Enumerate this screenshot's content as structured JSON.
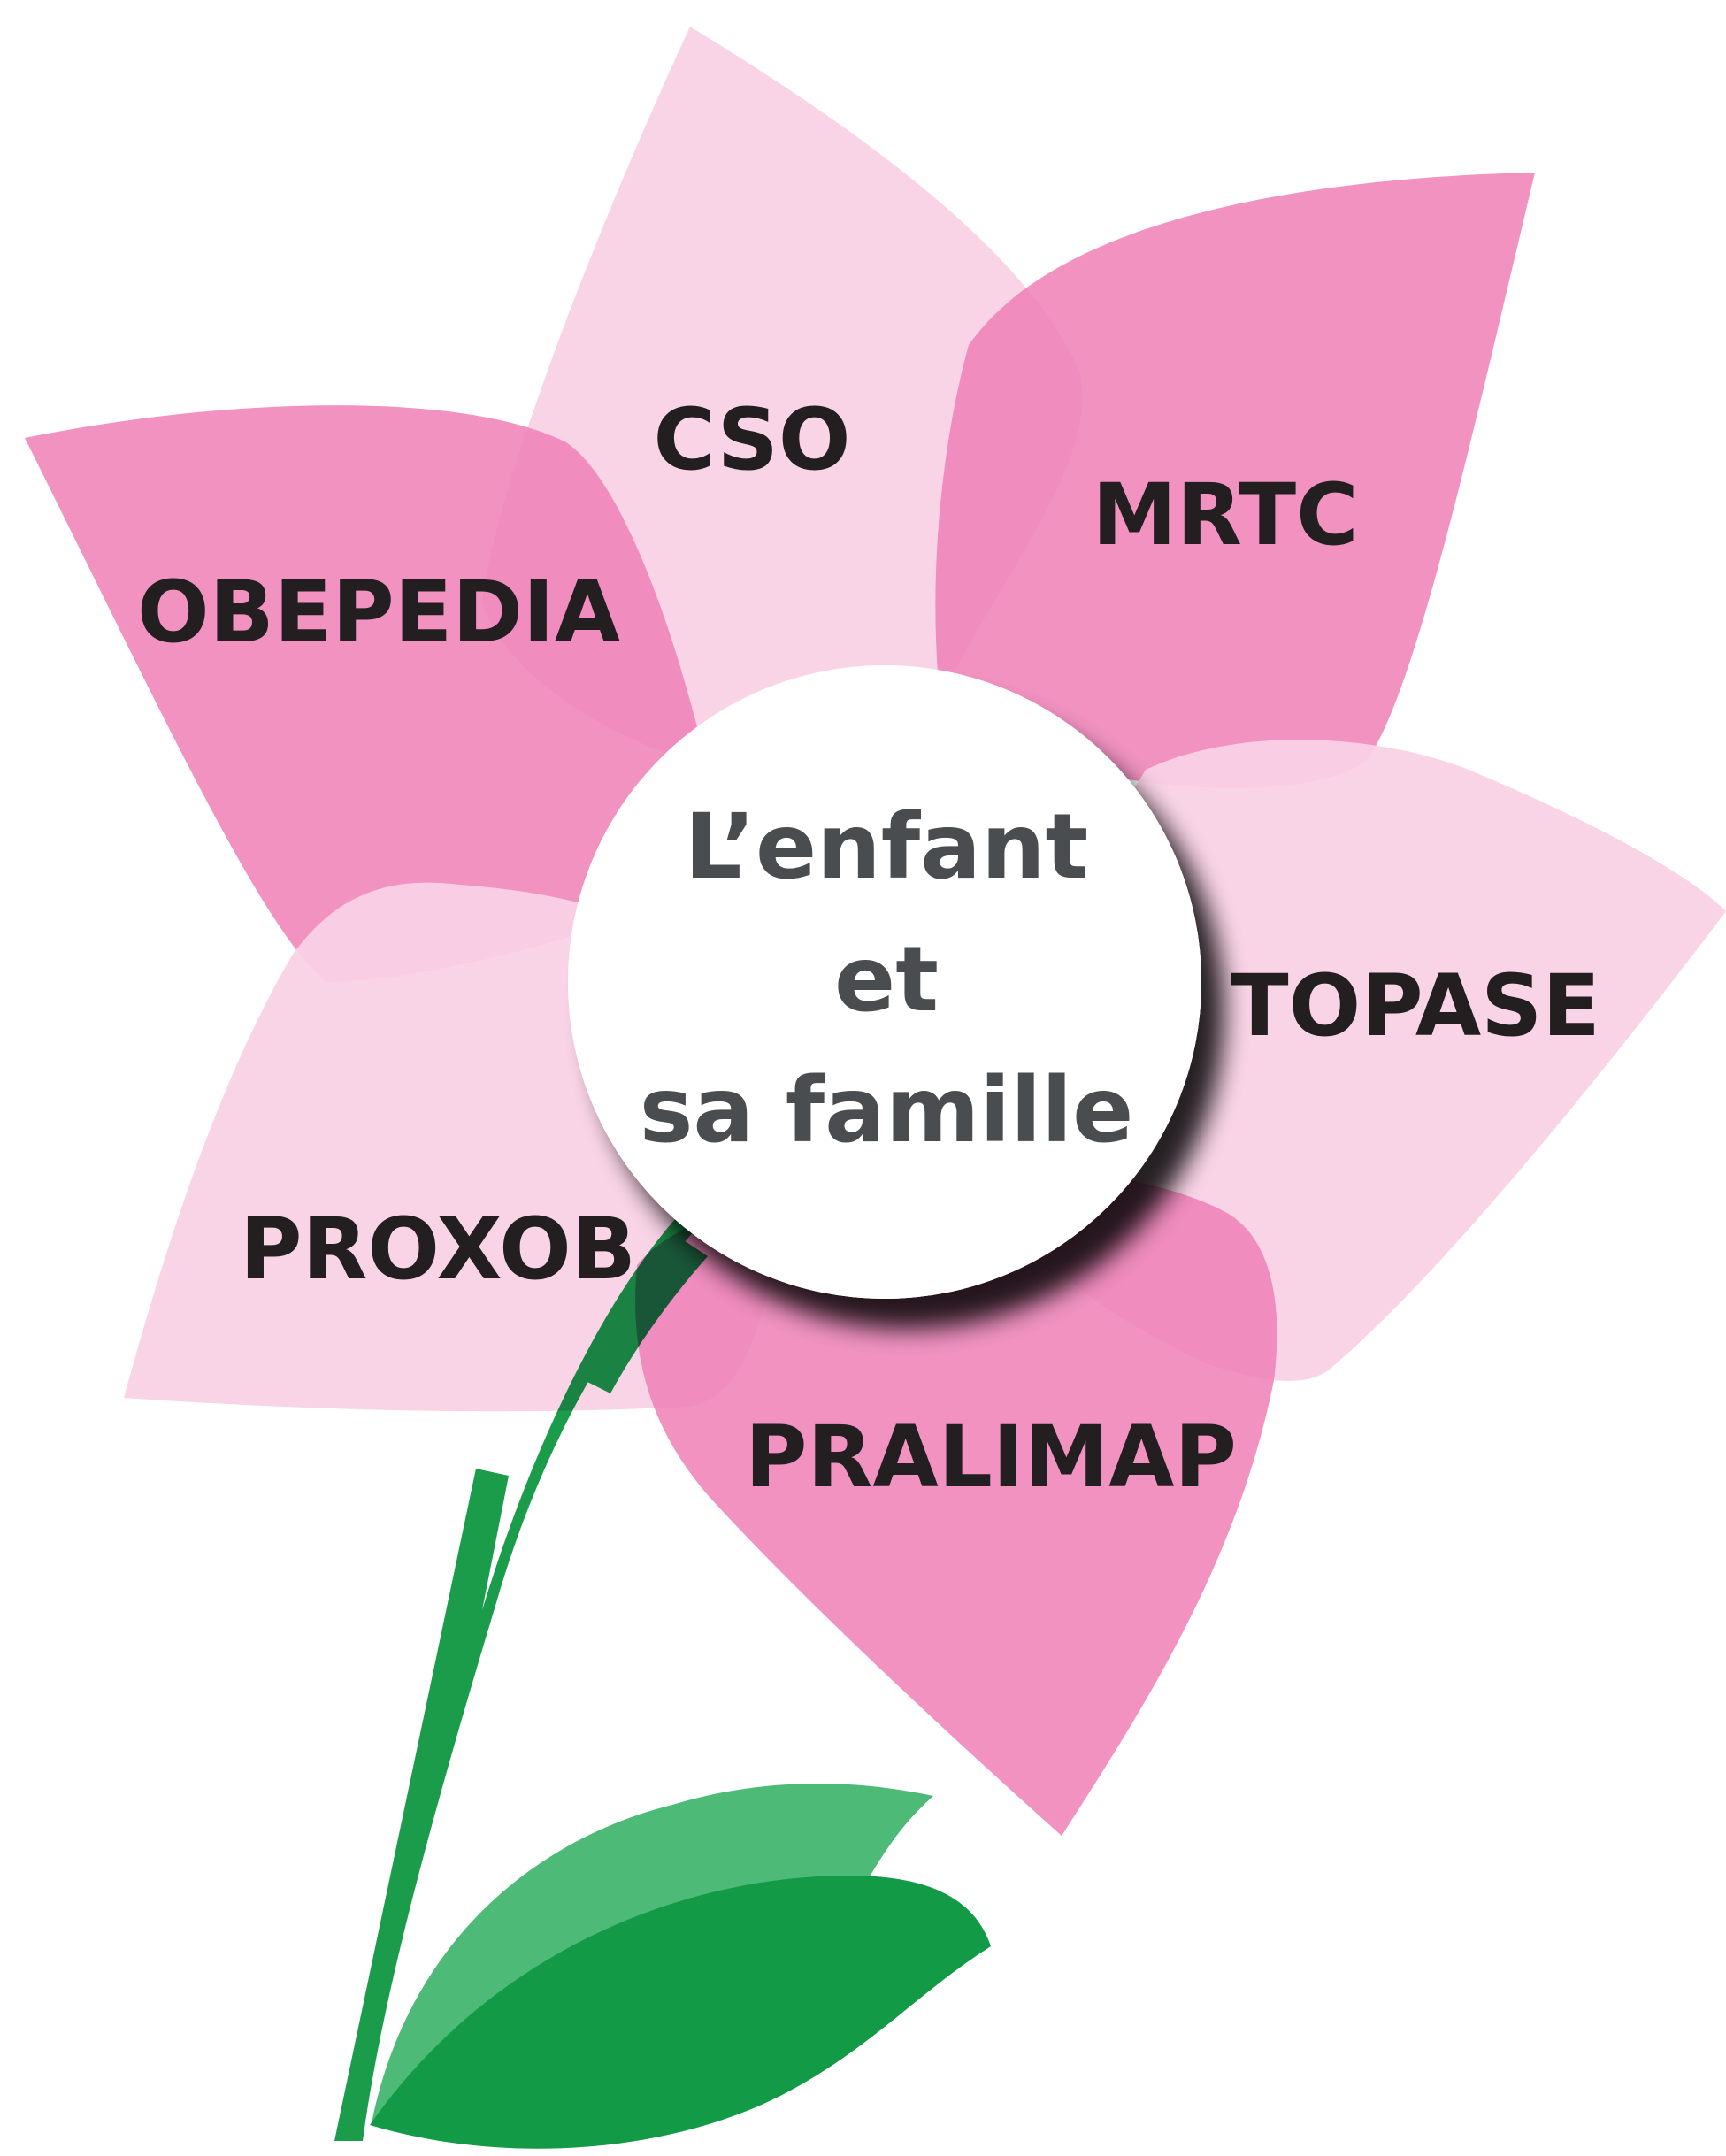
{
  "center": {
    "lines": [
      "L’enfant",
      "et",
      "sa famille"
    ]
  },
  "petals": {
    "cso": "CSO",
    "mrtc": "MRTC",
    "obepedia": "OBEPEDIA",
    "topase": "TOPASE",
    "proxob": "PROXOB",
    "pralimap": "PRALIMAP"
  },
  "colors": {
    "petal_light": "#f9d2e6",
    "petal_dark": "#ef7fb6",
    "stem": "#1a9c4a",
    "leaf_dark": "#129a47",
    "leaf_light": "#4dba78",
    "label_text": "#231f20",
    "center_text": "#4a4d4f",
    "center_fill": "#ffffff"
  }
}
